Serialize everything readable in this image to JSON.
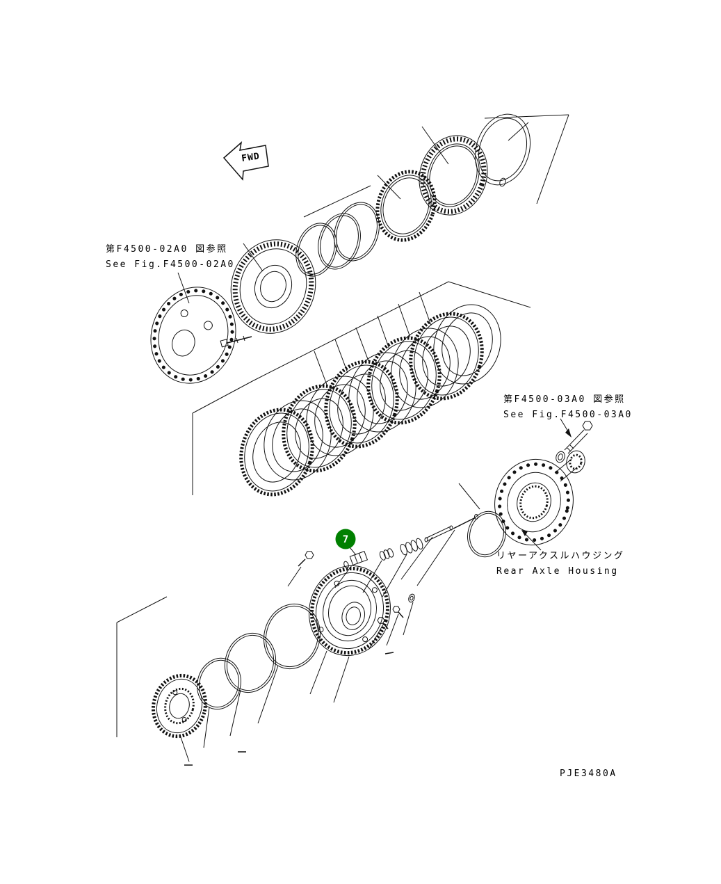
{
  "labels": {
    "fwd": "FWD",
    "ref_02a0_jp": "第F4500-02A0 図参照",
    "ref_02a0_en": "See Fig.F4500-02A0",
    "ref_03a0_jp": "第F4500-03A0 図参照",
    "ref_03a0_en": "See Fig.F4500-03A0",
    "housing_jp": "リヤーアクスルハウジング",
    "housing_en": "Rear Axle Housing",
    "drawing_number": "PJE3480A"
  },
  "callout": {
    "number": "7",
    "color": "#008000"
  },
  "colors": {
    "line": "#111111",
    "background": "#ffffff"
  }
}
